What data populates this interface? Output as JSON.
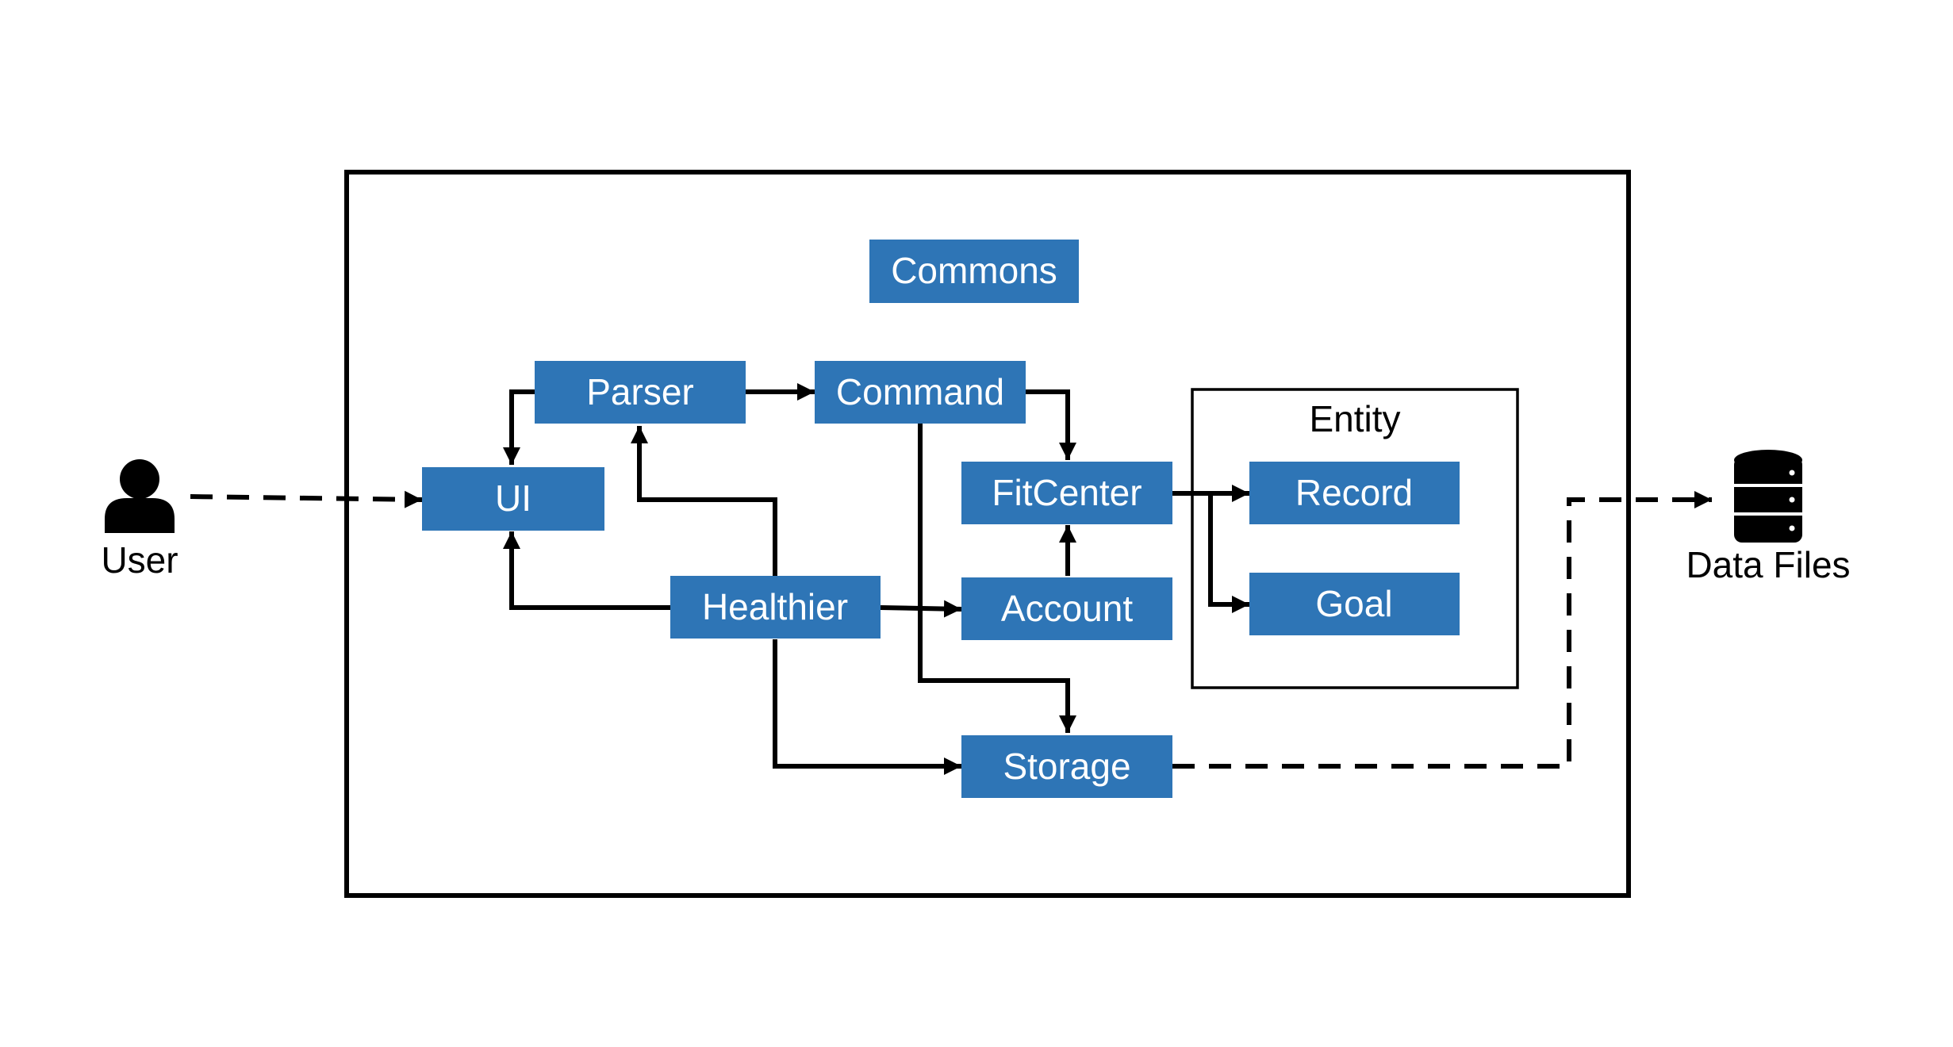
{
  "diagram": {
    "actors": {
      "user_label": "User",
      "data_files_label": "Data Files"
    },
    "components": {
      "commons": "Commons",
      "parser": "Parser",
      "command": "Command",
      "ui": "UI",
      "fitcenter": "FitCenter",
      "healthier": "Healthier",
      "account": "Account",
      "storage": "Storage",
      "record": "Record",
      "goal": "Goal"
    },
    "entity_group_label": "Entity",
    "colors": {
      "component_fill": "#2E75B6",
      "component_text": "#FFFFFF",
      "line": "#000000",
      "background": "#FFFFFF"
    }
  }
}
